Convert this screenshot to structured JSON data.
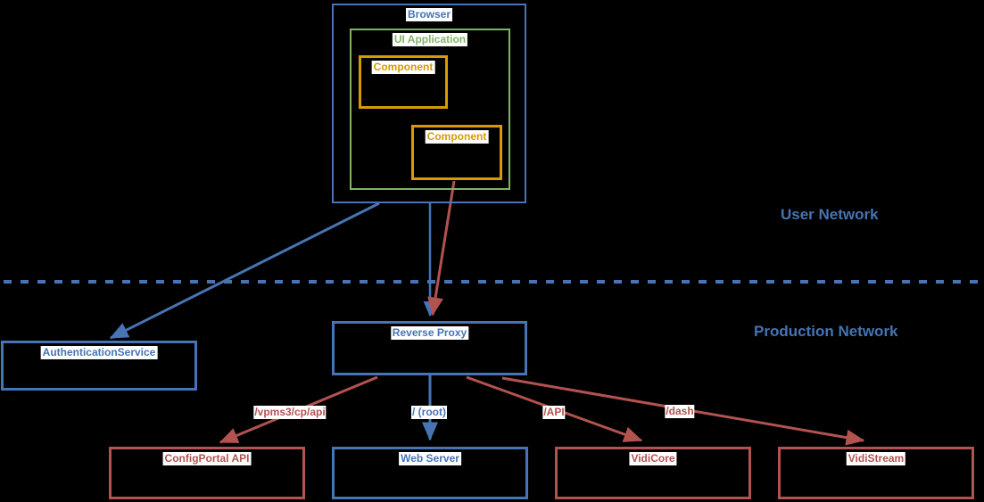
{
  "colors": {
    "blue": "#4674B4",
    "green": "#82B366",
    "orange": "#D79B00",
    "red": "#B25350",
    "label_background": "#FFFFFF",
    "background": "#000000"
  },
  "zones": {
    "user_network_label": "User Network",
    "production_network_label": "Production Network"
  },
  "nodes": {
    "browser": {
      "label": "Browser"
    },
    "ui_application": {
      "label": "UI Application"
    },
    "component_1": {
      "label": "Component"
    },
    "component_2": {
      "label": "Component"
    },
    "authentication_service": {
      "label": "AuthenticationService"
    },
    "reverse_proxy": {
      "label": "Reverse Proxy"
    },
    "configportal_api": {
      "label": "ConfigPortal API"
    },
    "web_server": {
      "label": "Web Server"
    },
    "vidicore": {
      "label": "VidiCore"
    },
    "vidistream": {
      "label": "VidiStream"
    }
  },
  "edges": {
    "reverse_proxy_to_configportal": {
      "label": "/vpms3/cp/api"
    },
    "reverse_proxy_to_web_server": {
      "label": "/ (root)"
    },
    "reverse_proxy_to_vidicore": {
      "label": "/API"
    },
    "reverse_proxy_to_vidistream": {
      "label": "/dash"
    }
  }
}
